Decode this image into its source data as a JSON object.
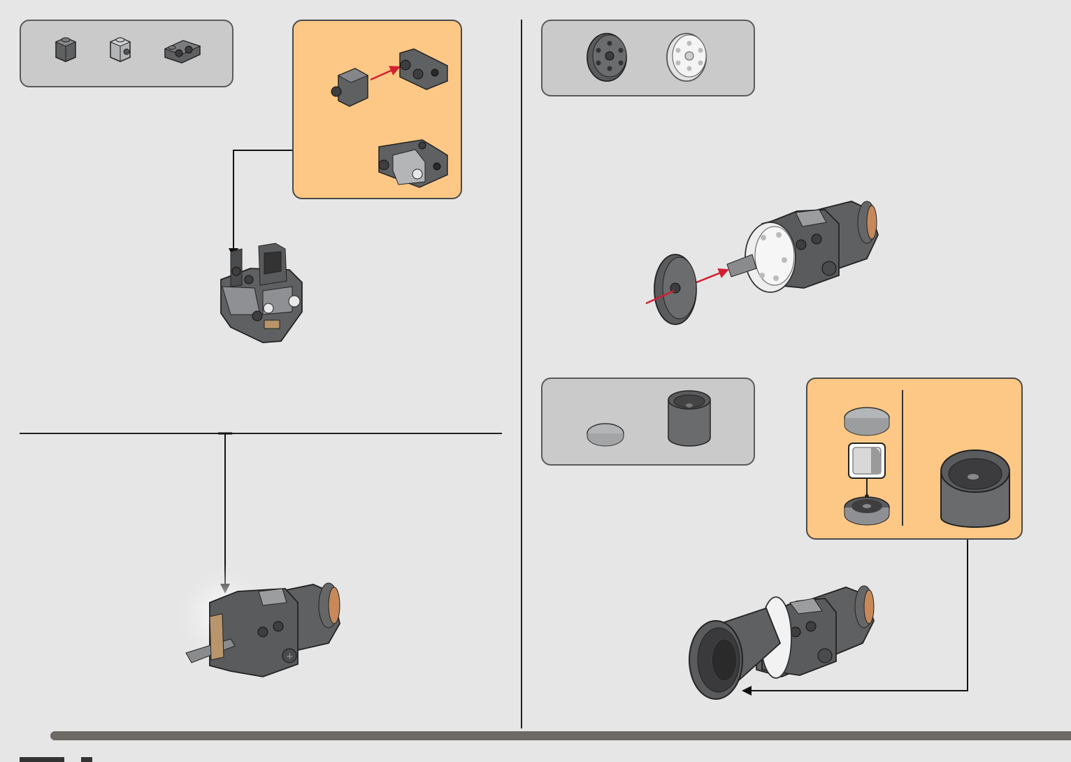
{
  "page": {
    "background": "#e6e6e6",
    "accent_subassembly": "#fdc885",
    "accent_parts": "#c9cac9",
    "arrow_color": "#d32030"
  },
  "steps": [
    {
      "id": "step-a",
      "parts": [
        {
          "icon": "brick-1x1-dark-gray-icon"
        },
        {
          "icon": "brick-1x1-stud-side-light-gray-icon"
        },
        {
          "icon": "bracket-plate-dark-gray-icon"
        }
      ],
      "subassembly": {
        "icon": "bracket-with-brick-subassembly-icon"
      },
      "result": {
        "icon": "engine-core-build-icon"
      }
    },
    {
      "id": "step-b",
      "result": {
        "icon": "engine-nacelle-with-axle-icon"
      }
    },
    {
      "id": "step-c",
      "parts": [
        {
          "icon": "wheel-hub-dark-gray-icon"
        },
        {
          "icon": "wheel-hub-white-icon"
        }
      ],
      "result": {
        "icon": "engine-attach-wheel-icon"
      }
    },
    {
      "id": "step-d",
      "parts": [
        {
          "icon": "round-tile-2x2-light-gray-icon"
        },
        {
          "icon": "round-brick-2x2-dark-gray-icon"
        }
      ],
      "subassembly": {
        "icon": "round-tile-with-sticker-subassembly-icon"
      },
      "result": {
        "icon": "engine-final-nozzle-icon"
      }
    }
  ]
}
